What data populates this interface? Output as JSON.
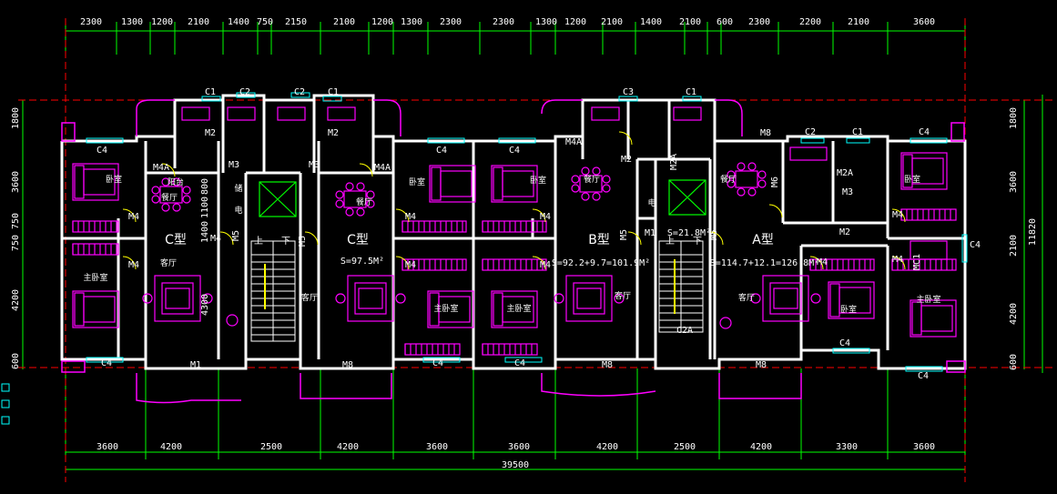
{
  "dims_top": [
    "2300",
    "1300",
    "1200",
    "2100",
    "1400",
    "750",
    "2150",
    "2100",
    "1200",
    "1300",
    "2300",
    "2300",
    "1300",
    "1200",
    "2100",
    "1400",
    "2100",
    "600",
    "2300",
    "2200",
    "2100",
    "3600"
  ],
  "dims_bottom": [
    "3600",
    "4200",
    "2500",
    "4200",
    "3600",
    "3600",
    "4200",
    "2500",
    "4200",
    "3300",
    "3600"
  ],
  "dim_total": "39500",
  "dims_right": [
    "1800",
    "3600",
    "2100",
    "4200",
    "600"
  ],
  "dim_right_total": "11820",
  "dims_left": [
    "1800",
    "3600",
    "750 750",
    "4200",
    "600"
  ],
  "inner_dims": [
    "4300",
    "1400",
    "1100",
    "800"
  ],
  "unit_types": [
    "C型",
    "C型",
    "B型",
    "A型"
  ],
  "areas": [
    "S=97.5M²",
    "S=92.2+9.7=101.9M²",
    "S=21.8M²",
    "S=114.7+12.1=126.8M²"
  ],
  "windows": [
    "C1",
    "C2",
    "C2",
    "C1",
    "C3",
    "C1",
    "C4",
    "C4",
    "C4",
    "C4",
    "C2",
    "C1",
    "C4",
    "C4",
    "C4",
    "C4",
    "C4",
    "C4",
    "C2A"
  ],
  "doors": [
    "M2",
    "M2",
    "M3",
    "M3",
    "M4A",
    "M4A",
    "M4A",
    "M4",
    "M4",
    "M4",
    "M4",
    "M4",
    "M4",
    "M4",
    "M4",
    "M4",
    "M4",
    "M5",
    "M5",
    "M5",
    "M5",
    "M1",
    "M1",
    "M8",
    "M8",
    "M8",
    "M8",
    "M6",
    "MC1",
    "M2A",
    "M2A",
    "M2",
    "M2",
    "M3"
  ],
  "rooms": [
    "卧室",
    "餐厅",
    "主卧室",
    "客厅",
    "餐厅",
    "客厅",
    "卧室",
    "主卧室",
    "卧室",
    "主卧室",
    "餐厅",
    "客厅",
    "餐厅",
    "客厅",
    "卧室",
    "卧室",
    "主卧室",
    "阳台"
  ],
  "stairs": [
    "上",
    "下",
    "上",
    "下"
  ],
  "small": [
    "储",
    "电",
    "电"
  ],
  "colors": {
    "wall": "#ffffff",
    "dim": "#00ff00",
    "furniture": "#ff00ff",
    "axis": "#ff0000",
    "window": "#00ffff",
    "text": "#ffffff"
  }
}
